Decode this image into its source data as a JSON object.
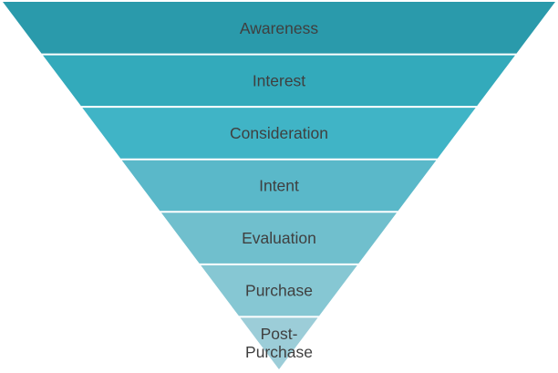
{
  "funnel": {
    "stages": [
      {
        "label": "Awareness",
        "color": "#2a9aab"
      },
      {
        "label": "Interest",
        "color": "#33aabb"
      },
      {
        "label": "Consideration",
        "color": "#40b4c6"
      },
      {
        "label": "Intent",
        "color": "#5ab8c9"
      },
      {
        "label": "Evaluation",
        "color": "#70bfcd"
      },
      {
        "label": "Purchase",
        "color": "#86c7d3"
      },
      {
        "label": "Post-\nPurchase",
        "color": "#9ccdd8"
      }
    ]
  }
}
